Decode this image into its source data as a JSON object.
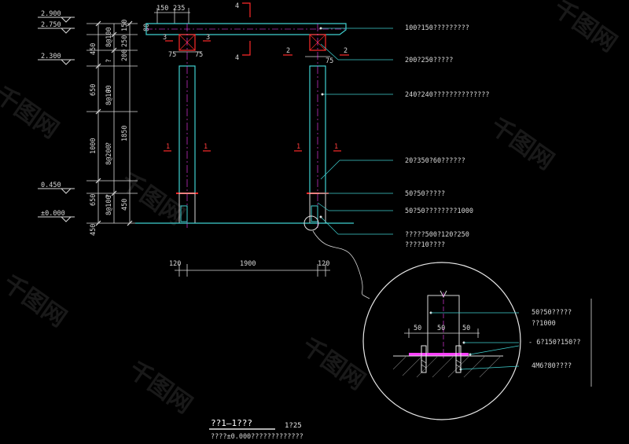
{
  "elevations": [
    "2.900",
    "2.750",
    "2.300",
    "0.450",
    "±0.000"
  ],
  "left_dims": {
    "outer": [
      "450",
      "650",
      "1000",
      "650",
      "450"
    ],
    "inner": [
      "80",
      "150",
      "8@100",
      "250",
      "?",
      "200",
      "?",
      "8@100",
      "?",
      "8@200",
      "?",
      "8@100"
    ],
    "total": "1850"
  },
  "top_dims": [
    "150",
    "235"
  ],
  "section_marks": {
    "four_top": "4",
    "four_bottom": "4",
    "three_left": "3",
    "three_right": "3",
    "two_left": "2",
    "two_right": "2",
    "one_a": "1",
    "one_b": "1",
    "one_c": "1",
    "one_d": "1"
  },
  "small_dims": [
    "75",
    "75",
    "75"
  ],
  "bottom_dims": [
    "120",
    "1900",
    "120"
  ],
  "callouts": [
    "100?150?????????",
    "200?250?????",
    "240?240??????????????",
    "20?350?60??????",
    "50?50?????",
    "50?50????????1000",
    "?????500?120?250",
    "????10????"
  ],
  "detail": {
    "dims": [
      "50",
      "50",
      "50"
    ],
    "callouts": [
      "50?50?????",
      "??1000",
      "- 6?150?150??",
      "4M6?80????"
    ]
  },
  "title_block": {
    "title": "??1—1???",
    "scale": "1?25",
    "note": "????±0.000?????????????"
  },
  "watermark": "千图网",
  "colors": {
    "background": "#000000",
    "cyan": "#3fd0d0",
    "red": "#ff2a2a",
    "magenta": "#ff40ff",
    "white": "#e0e0e0"
  }
}
